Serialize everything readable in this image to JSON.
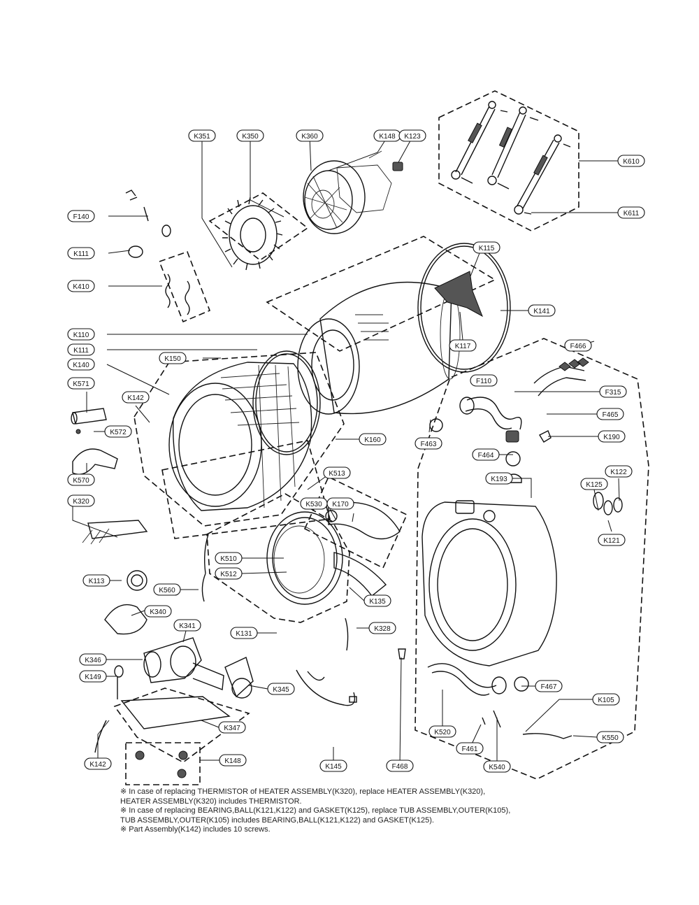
{
  "callouts": [
    {
      "id": "k351",
      "text": "K351"
    },
    {
      "id": "k350",
      "text": "K350"
    },
    {
      "id": "k360",
      "text": "K360"
    },
    {
      "id": "k148a",
      "text": "K148"
    },
    {
      "id": "k123",
      "text": "K123"
    },
    {
      "id": "k610",
      "text": "K610"
    },
    {
      "id": "k611",
      "text": "K611"
    },
    {
      "id": "k140a",
      "text": "F140"
    },
    {
      "id": "k111a",
      "text": "K111"
    },
    {
      "id": "k410",
      "text": "K410"
    },
    {
      "id": "k115",
      "text": "K115"
    },
    {
      "id": "k141",
      "text": "K141"
    },
    {
      "id": "f466",
      "text": "F466"
    },
    {
      "id": "k117",
      "text": "K117"
    },
    {
      "id": "k110",
      "text": "K110"
    },
    {
      "id": "k111b",
      "text": "K111"
    },
    {
      "id": "k150",
      "text": "K150"
    },
    {
      "id": "k140b",
      "text": "K140"
    },
    {
      "id": "k571",
      "text": "K571"
    },
    {
      "id": "k142a",
      "text": "K142"
    },
    {
      "id": "f110",
      "text": "F110"
    },
    {
      "id": "f315",
      "text": "F315"
    },
    {
      "id": "f465",
      "text": "F465"
    },
    {
      "id": "k572",
      "text": "K572"
    },
    {
      "id": "f463",
      "text": "F463"
    },
    {
      "id": "k160",
      "text": "K160"
    },
    {
      "id": "k190",
      "text": "K190"
    },
    {
      "id": "k570",
      "text": "K570"
    },
    {
      "id": "f464",
      "text": "F464"
    },
    {
      "id": "k513",
      "text": "K513"
    },
    {
      "id": "k193",
      "text": "K193"
    },
    {
      "id": "k320",
      "text": "K320"
    },
    {
      "id": "k530",
      "text": "K530"
    },
    {
      "id": "k170",
      "text": "K170"
    },
    {
      "id": "k125",
      "text": "K125"
    },
    {
      "id": "k122",
      "text": "K122"
    },
    {
      "id": "k121",
      "text": "K121"
    },
    {
      "id": "k510",
      "text": "K510"
    },
    {
      "id": "k512",
      "text": "K512"
    },
    {
      "id": "k113",
      "text": "K113"
    },
    {
      "id": "k560",
      "text": "K560"
    },
    {
      "id": "k135",
      "text": "K135"
    },
    {
      "id": "k340",
      "text": "K340"
    },
    {
      "id": "k131",
      "text": "K131"
    },
    {
      "id": "k328",
      "text": "K328"
    },
    {
      "id": "k341",
      "text": "K341"
    },
    {
      "id": "k346",
      "text": "K346"
    },
    {
      "id": "k149",
      "text": "K149"
    },
    {
      "id": "k345",
      "text": "K345"
    },
    {
      "id": "f467",
      "text": "F467"
    },
    {
      "id": "k105",
      "text": "K105"
    },
    {
      "id": "k347",
      "text": "K347"
    },
    {
      "id": "k520",
      "text": "K520"
    },
    {
      "id": "k550",
      "text": "K550"
    },
    {
      "id": "f461",
      "text": "F461"
    },
    {
      "id": "k142b",
      "text": "K142"
    },
    {
      "id": "k148b",
      "text": "K148"
    },
    {
      "id": "k145",
      "text": "K145"
    },
    {
      "id": "f468",
      "text": "F468"
    },
    {
      "id": "k540",
      "text": "K540"
    }
  ],
  "notes": [
    "※ In case of replacing THERMISTOR of HEATER ASSEMBLY(K320), replace HEATER ASSEMBLY(K320),",
    "   HEATER ASSEMBLY(K320) includes THERMISTOR.",
    "※ In case of replacing BEARING,BALL(K121,K122) and GASKET(K125), replace TUB ASSEMBLY,OUTER(K105),",
    "   TUB ASSEMBLY,OUTER(K105) includes BEARING,BALL(K121,K122) and GASKET(K125).",
    "※ Part Assembly(K142) includes 10 screws."
  ]
}
